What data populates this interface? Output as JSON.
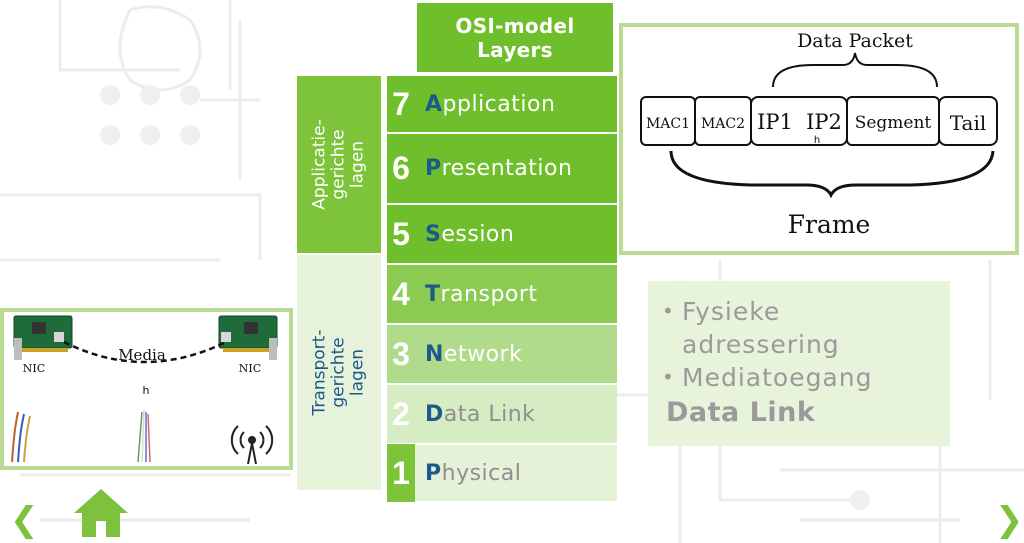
{
  "osi": {
    "header": [
      "OSI-model",
      "Layers"
    ],
    "layers": [
      {
        "number": "7",
        "first": "A",
        "rest": "pplication"
      },
      {
        "number": "6",
        "first": "P",
        "rest": "resentation"
      },
      {
        "number": "5",
        "first": "S",
        "rest": "ession"
      },
      {
        "number": "4",
        "first": "T",
        "rest": "ransport"
      },
      {
        "number": "3",
        "first": "N",
        "rest": "etwork"
      },
      {
        "number": "2",
        "first": "D",
        "rest": "ata Link"
      },
      {
        "number": "1",
        "first": "P",
        "rest": "hysical"
      }
    ],
    "groups": {
      "application": "Applicatie-\ngerichte\nlagen",
      "transport": "Transport-\ngerichte\nlagen"
    }
  },
  "frame": {
    "packet_label": "Data Packet",
    "cells": [
      "MAC1",
      "MAC2",
      "IP1",
      "IP2",
      "Segment",
      "Tail"
    ],
    "h_mark": "h",
    "frame_label": "Frame"
  },
  "info": {
    "bullets": [
      "Fysieke adressering",
      "Mediatoegang"
    ],
    "bullet_lines": [
      [
        "Fysieke",
        "adressering"
      ],
      [
        "Mediatoegang"
      ]
    ],
    "title": "Data Link"
  },
  "nic": {
    "media_label": "Media",
    "left_label": "NIC",
    "right_label": "NIC",
    "h_mark": "h"
  },
  "nav": {
    "prev": "❮",
    "next": "❯",
    "home_icon": "home-icon"
  },
  "colors": {
    "green_dark": "#6fbe2c",
    "blue_letter": "#1b5a8a",
    "border_green": "#b9dc92"
  }
}
